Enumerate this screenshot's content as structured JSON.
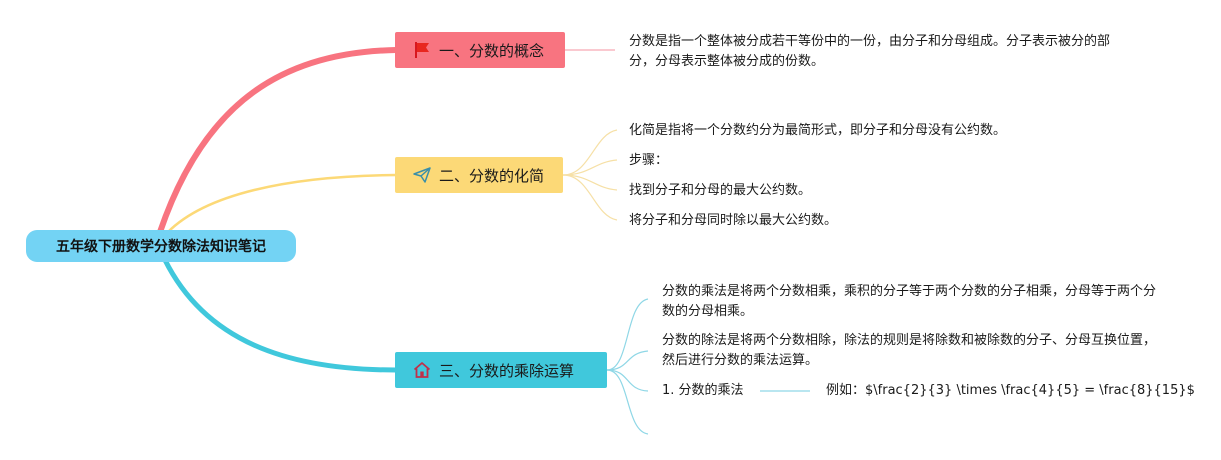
{
  "root": {
    "title": "五年级下册数学分数除法知识笔记"
  },
  "branches": [
    {
      "title": "一、分数的概念",
      "color": "#f87480",
      "icon": "flag-icon",
      "children": [
        "分数是指一个整体被分成若干等份中的一份，由分子和分母组成。分子表示被分的部分，分母表示整体被分成的份数。"
      ]
    },
    {
      "title": "二、分数的化简",
      "color": "#fcd977",
      "icon": "paper-plane-icon",
      "children": [
        "化简是指将一个分数约分为最简形式，即分子和分母没有公约数。",
        "步骤：",
        "找到分子和分母的最大公约数。",
        "将分子和分母同时除以最大公约数。"
      ]
    },
    {
      "title": "三、分数的乘除运算",
      "color": "#40c8dc",
      "icon": "home-icon",
      "children": [
        "分数的乘法是将两个分数相乘，乘积的分子等于两个分数的分子相乘，分母等于两个分数的分母相乘。",
        "分数的除法是将两个分数相除，除法的规则是将除数和被除数的分子、分母互换位置，然后进行分数的乘法运算。",
        "1. 分数的乘法",
        ""
      ],
      "subchild": "例如：$\\frac{2}{3} \\times \\frac{4}{5} = \\frac{8}{15}$"
    }
  ]
}
